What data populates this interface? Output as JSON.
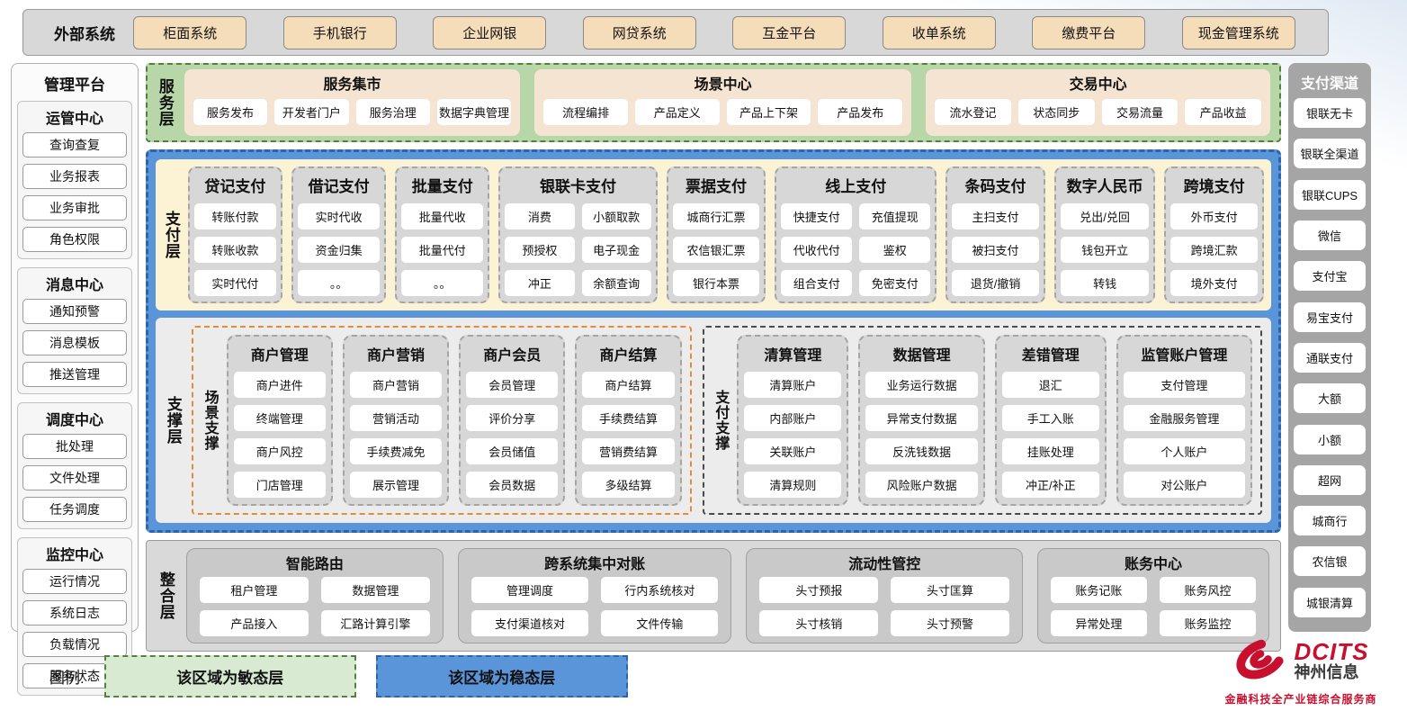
{
  "colors": {
    "agile_green": "#b7d7a9",
    "stable_blue": "#5b95d9",
    "panel_cream": "#f4e4d1",
    "pay_cream": "#fcf3d4",
    "module_gray": "#d7d7d7",
    "brand_red": "#c8102e"
  },
  "external_systems": {
    "label": "外部系统",
    "items": [
      "柜面系统",
      "手机银行",
      "企业网银",
      "网贷系统",
      "互金平台",
      "收单系统",
      "缴费平台",
      "现金管理系统"
    ]
  },
  "management_platform": {
    "title": "管理平台",
    "sections": [
      {
        "title": "运管中心",
        "items": [
          "查询查复",
          "业务报表",
          "业务审批",
          "角色权限"
        ]
      },
      {
        "title": "消息中心",
        "items": [
          "通知预警",
          "消息模板",
          "推送管理"
        ]
      },
      {
        "title": "调度中心",
        "items": [
          "批处理",
          "文件处理",
          "任务调度"
        ]
      },
      {
        "title": "监控中心",
        "items": [
          "运行情况",
          "系统日志",
          "负载情况",
          "服务状态"
        ]
      }
    ]
  },
  "service_layer": {
    "label": "服务层",
    "groups": [
      {
        "title": "服务集市",
        "items": [
          "服务发布",
          "开发者门户",
          "服务治理",
          "数据字典管理"
        ]
      },
      {
        "title": "场景中心",
        "items": [
          "流程编排",
          "产品定义",
          "产品上下架",
          "产品发布"
        ]
      },
      {
        "title": "交易中心",
        "items": [
          "流水登记",
          "状态同步",
          "交易流量",
          "产品收益"
        ]
      }
    ]
  },
  "payment_layer": {
    "label": "支付层",
    "columns": [
      {
        "title": "贷记支付",
        "items": [
          "转账付款",
          "转账收款",
          "实时代付"
        ]
      },
      {
        "title": "借记支付",
        "items": [
          "实时代收",
          "资金归集",
          "。。"
        ]
      },
      {
        "title": "批量支付",
        "items": [
          "批量代收",
          "批量代付",
          "。。"
        ]
      },
      {
        "title": "银联卡支付",
        "items": [
          "消费",
          "小额取款",
          "预授权",
          "电子现金",
          "冲正",
          "余额查询"
        ]
      },
      {
        "title": "票据支付",
        "items": [
          "城商行汇票",
          "农信银汇票",
          "银行本票"
        ]
      },
      {
        "title": "线上支付",
        "items": [
          "快捷支付",
          "充值提现",
          "代收代付",
          "鉴权",
          "组合支付",
          "免密支付"
        ]
      },
      {
        "title": "条码支付",
        "items": [
          "主扫支付",
          "被扫支付",
          "退货/撤销"
        ]
      },
      {
        "title": "数字人民币",
        "items": [
          "兑出/兑回",
          "钱包开立",
          "转钱"
        ]
      },
      {
        "title": "跨境支付",
        "items": [
          "外币支付",
          "跨境汇款",
          "境外支付"
        ]
      }
    ]
  },
  "support_layer": {
    "label": "支撑层",
    "scene_group": {
      "label": "场景支撑",
      "columns": [
        {
          "title": "商户管理",
          "items": [
            "商户进件",
            "终端管理",
            "商户风控",
            "门店管理"
          ]
        },
        {
          "title": "商户营销",
          "items": [
            "商户营销",
            "营销活动",
            "手续费减免",
            "展示管理"
          ]
        },
        {
          "title": "商户会员",
          "items": [
            "会员管理",
            "评价分享",
            "会员储值",
            "会员数据"
          ]
        },
        {
          "title": "商户结算",
          "items": [
            "商户结算",
            "手续费结算",
            "营销费结算",
            "多级结算"
          ]
        }
      ]
    },
    "pay_group": {
      "label": "支付支撑",
      "columns": [
        {
          "title": "清算管理",
          "items": [
            "清算账户",
            "内部账户",
            "关联账户",
            "清算规则"
          ]
        },
        {
          "title": "数据管理",
          "items": [
            "业务运行数据",
            "异常支付数据",
            "反洗钱数据",
            "风险账户数据"
          ]
        },
        {
          "title": "差错管理",
          "items": [
            "退汇",
            "手工入账",
            "挂账处理",
            "冲正/补正"
          ]
        },
        {
          "title": "监管账户管理",
          "items": [
            "支付管理",
            "金融服务管理",
            "个人账户",
            "对公账户"
          ]
        }
      ]
    }
  },
  "integration_layer": {
    "label": "整合层",
    "groups": [
      {
        "title": "智能路由",
        "items": [
          "租户管理",
          "数据管理",
          "产品接入",
          "汇路计算引擎"
        ]
      },
      {
        "title": "跨系统集中对账",
        "items": [
          "管理调度",
          "行内系统核对",
          "支付渠道核对",
          "文件传输"
        ]
      },
      {
        "title": "流动性管控",
        "items": [
          "头寸预报",
          "头寸匡算",
          "头寸核销",
          "头寸预警"
        ]
      },
      {
        "title": "账务中心",
        "items": [
          "账务记账",
          "账务风控",
          "异常处理",
          "账务监控"
        ]
      }
    ]
  },
  "payment_channels": {
    "title": "支付渠道",
    "items": [
      "银联无卡",
      "银联全渠道",
      "银联CUPS",
      "微信",
      "支付宝",
      "易宝支付",
      "通联支付",
      "大额",
      "小额",
      "超网",
      "城商行",
      "农信银",
      "城银清算"
    ]
  },
  "legend": {
    "label": "图例:",
    "agile": "该区域为敏态层",
    "stable": "该区域为稳态层"
  },
  "logo": {
    "brand": "DCITS",
    "company": "神州信息",
    "tagline": "金融科技全产业链综合服务商"
  }
}
